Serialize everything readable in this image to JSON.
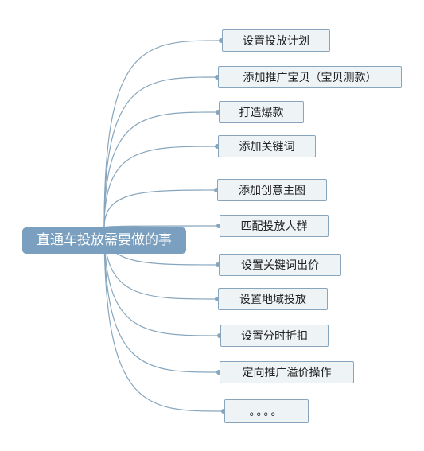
{
  "diagram": {
    "central_topic": "直通车投放需要做的事",
    "branches": [
      "设置投放计划",
      "添加推广宝贝（宝贝测款）",
      "打造爆款",
      "添加关键词",
      "添加创意主图",
      "匹配投放人群",
      "设置关键词出价",
      "设置地域投放",
      "设置分时折扣",
      "定向推广溢价操作",
      "。。。。"
    ]
  },
  "colors": {
    "central_fill": "#7a9fbf",
    "central_text": "#ffffff",
    "branch_fill": "#eef3f6",
    "branch_border": "#87a6bd",
    "connector": "#87a6bd",
    "text": "#222222"
  }
}
